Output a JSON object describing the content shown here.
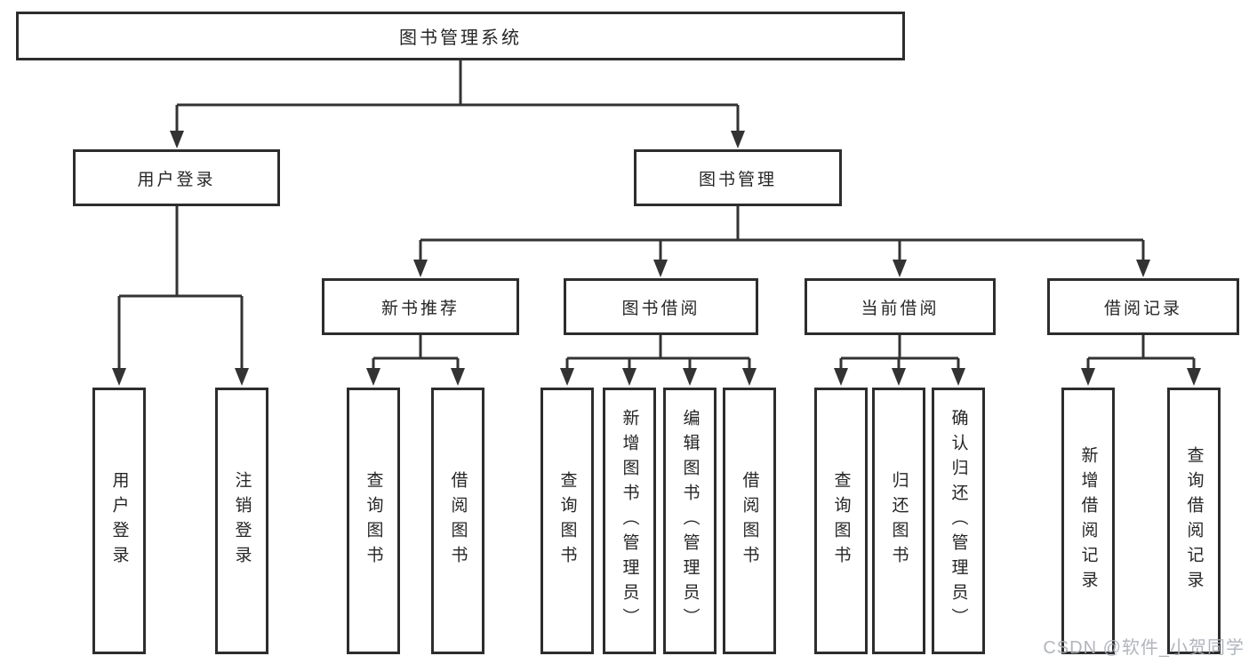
{
  "diagram_type": "hierarchy-tree",
  "tree": {
    "label": "图书管理系统",
    "children": [
      {
        "label": "用户登录",
        "children": [
          {
            "label": "用户登录"
          },
          {
            "label": "注销登录"
          }
        ]
      },
      {
        "label": "图书管理",
        "children": [
          {
            "label": "新书推荐",
            "children": [
              {
                "label": "查询图书"
              },
              {
                "label": "借阅图书"
              }
            ]
          },
          {
            "label": "图书借阅",
            "children": [
              {
                "label": "查询图书"
              },
              {
                "label": "新增图书（管理员）"
              },
              {
                "label": "编辑图书（管理员）"
              },
              {
                "label": "借阅图书"
              }
            ]
          },
          {
            "label": "当前借阅",
            "children": [
              {
                "label": "查询图书"
              },
              {
                "label": "归还图书"
              },
              {
                "label": "确认归还（管理员）"
              }
            ]
          },
          {
            "label": "借阅记录",
            "children": [
              {
                "label": "新增借阅记录"
              },
              {
                "label": "查询借阅记录"
              }
            ]
          }
        ]
      }
    ]
  },
  "watermark": {
    "text": "CSDN @软件_小贺同学"
  },
  "colors": {
    "line": "#333333",
    "box_border": "#2d2d2d",
    "text": "#262626",
    "background": "#ffffff",
    "watermark": "#a8adb5"
  }
}
